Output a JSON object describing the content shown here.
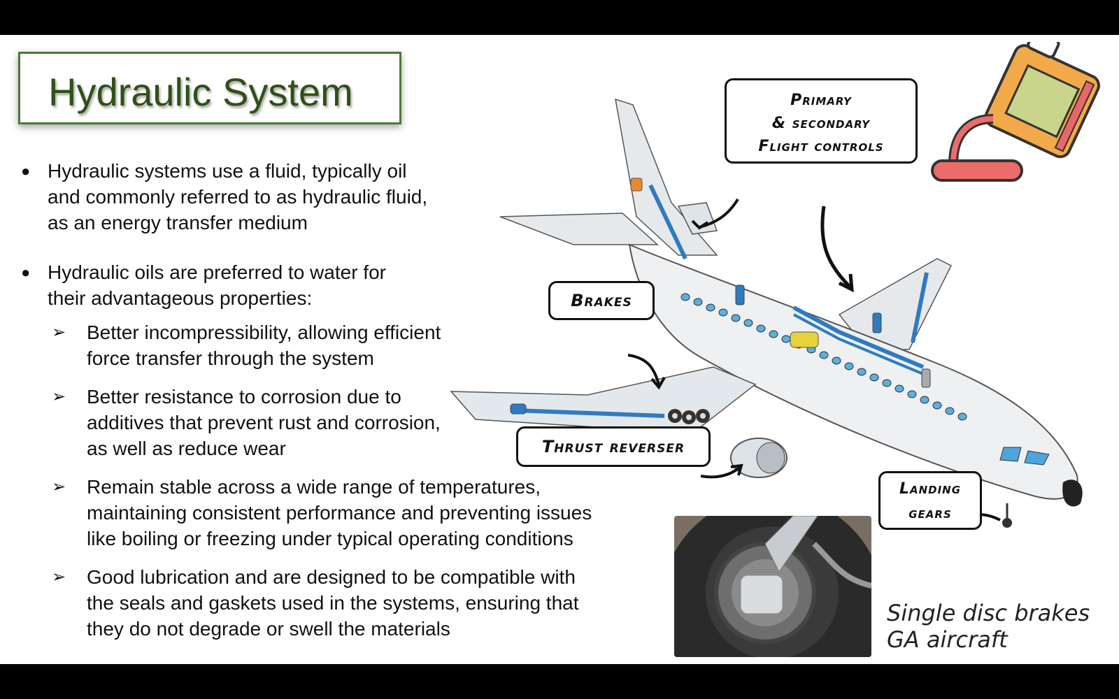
{
  "title": "Hydraulic System",
  "bullets": [
    {
      "lines": [
        "Hydraulic systems use a fluid, typically oil",
        "and commonly referred to as hydraulic fluid,",
        "as an energy transfer medium"
      ]
    },
    {
      "lines": [
        "Hydraulic oils are preferred to water for",
        "their advantageous properties:"
      ]
    }
  ],
  "sub_bullets": [
    {
      "lines": [
        "Better incompressibility, allowing efficient",
        "force transfer through the system"
      ]
    },
    {
      "lines": [
        "Better resistance to corrosion due to",
        "additives that prevent rust and corrosion,",
        "as well as reduce wear"
      ]
    },
    {
      "lines": [
        "Remain stable across a wide range of temperatures,",
        "maintaining consistent performance and preventing issues",
        "like boiling or freezing under typical operating conditions"
      ]
    },
    {
      "lines": [
        "Good lubrication and are designed to be compatible with",
        "the seals and gaskets used in the systems, ensuring that",
        "they do not degrade or swell the materials"
      ]
    }
  ],
  "labels": {
    "flight_controls": [
      "Primary",
      "& secondary",
      "Flight controls"
    ],
    "brakes": "Brakes",
    "thrust_reverser": "Thrust reverser",
    "landing_gears": [
      "Landing",
      "gears"
    ]
  },
  "caption": [
    "Single disc brakes",
    "GA aircraft"
  ],
  "colors": {
    "title": "#2f5016",
    "title_border": "#4a7a34",
    "hydraulic_line": "#2f7bc0",
    "fuselage": "#e9ecef"
  }
}
